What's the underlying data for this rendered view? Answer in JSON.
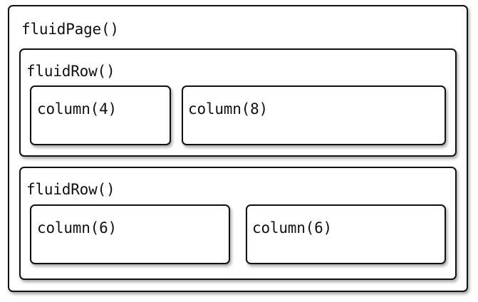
{
  "page": {
    "label": "fluidPage()"
  },
  "rows": [
    {
      "label": "fluidRow()",
      "columns": [
        {
          "label": "column(4)"
        },
        {
          "label": "column(8)"
        }
      ]
    },
    {
      "label": "fluidRow()",
      "columns": [
        {
          "label": "column(6)"
        },
        {
          "label": "column(6)"
        }
      ]
    }
  ]
}
